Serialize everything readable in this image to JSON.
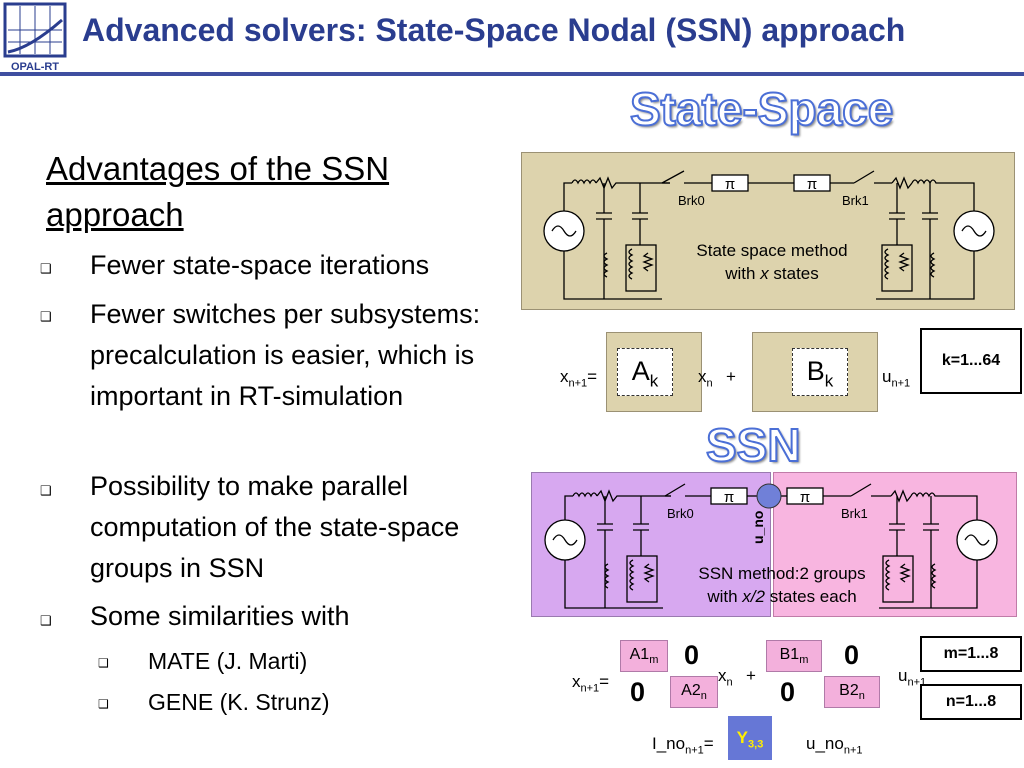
{
  "header": {
    "title": "Advanced solvers: State-Space Nodal (SSN) approach",
    "logo_text": "OPAL-RT"
  },
  "content": {
    "heading": "Advantages of the  SSN approach",
    "bullets": [
      "Fewer state-space iterations",
      "Fewer switches per subsystems: precalculation is easier, which is important in RT-simulation",
      "Possibility to make parallel computation of the state-space groups in SSN",
      "Some similarities with"
    ],
    "sub_bullets": [
      "MATE (J. Marti)",
      "GENE (K. Strunz)"
    ],
    "bullet_glyph": "❑"
  },
  "state_space": {
    "label": "State-Space",
    "brk0": "Brk0",
    "brk1": "Brk1",
    "pi": "π",
    "caption_line1": "State space method",
    "caption_line2_pre": "with ",
    "caption_line2_var": "x",
    "caption_line2_post": " states"
  },
  "eq1": {
    "lhs_var": "x",
    "lhs_sub": "n+1",
    "equals": "=",
    "a_var": "A",
    "a_sub": "k",
    "x_var": "x",
    "x_sub": "n",
    "plus": "+",
    "b_var": "B",
    "b_sub": "k",
    "u_var": "u",
    "u_sub": "n+1",
    "range": "k=1...64"
  },
  "ssn": {
    "label": "SSN",
    "brk0": "Brk0",
    "brk1": "Brk1",
    "node_label": "u_no",
    "caption_line1": "SSN method:2  groups",
    "caption_line2_pre": "with ",
    "caption_line2_var": "x/2",
    "caption_line2_post": " states each"
  },
  "eq2": {
    "lhs_var": "x",
    "lhs_sub": "n+1",
    "equals": "=",
    "a1": "A1",
    "a1_sub": "m",
    "a2": "A2",
    "a2_sub": "n",
    "zero": "0",
    "x_var": "x",
    "x_sub": "n",
    "plus": "+",
    "b1": "B1",
    "b1_sub": "m",
    "b2": "B2",
    "b2_sub": "n",
    "u_var": "u",
    "u_sub": "n+1",
    "m_range": "m=1...8",
    "n_range": "n=1...8"
  },
  "eq3": {
    "i_var": "I_no",
    "i_sub": "n+1",
    "equals": "=",
    "y": "Y",
    "y_sub": "3,3",
    "u_var": "u_no",
    "u_sub": "n+1"
  },
  "colors": {
    "title": "#2a3d8f",
    "tan": "#ddd3ad",
    "purple": "#d7a8f0",
    "pink": "#f8b5e0",
    "node": "#7080d8",
    "outline": "#4b6fd6"
  }
}
